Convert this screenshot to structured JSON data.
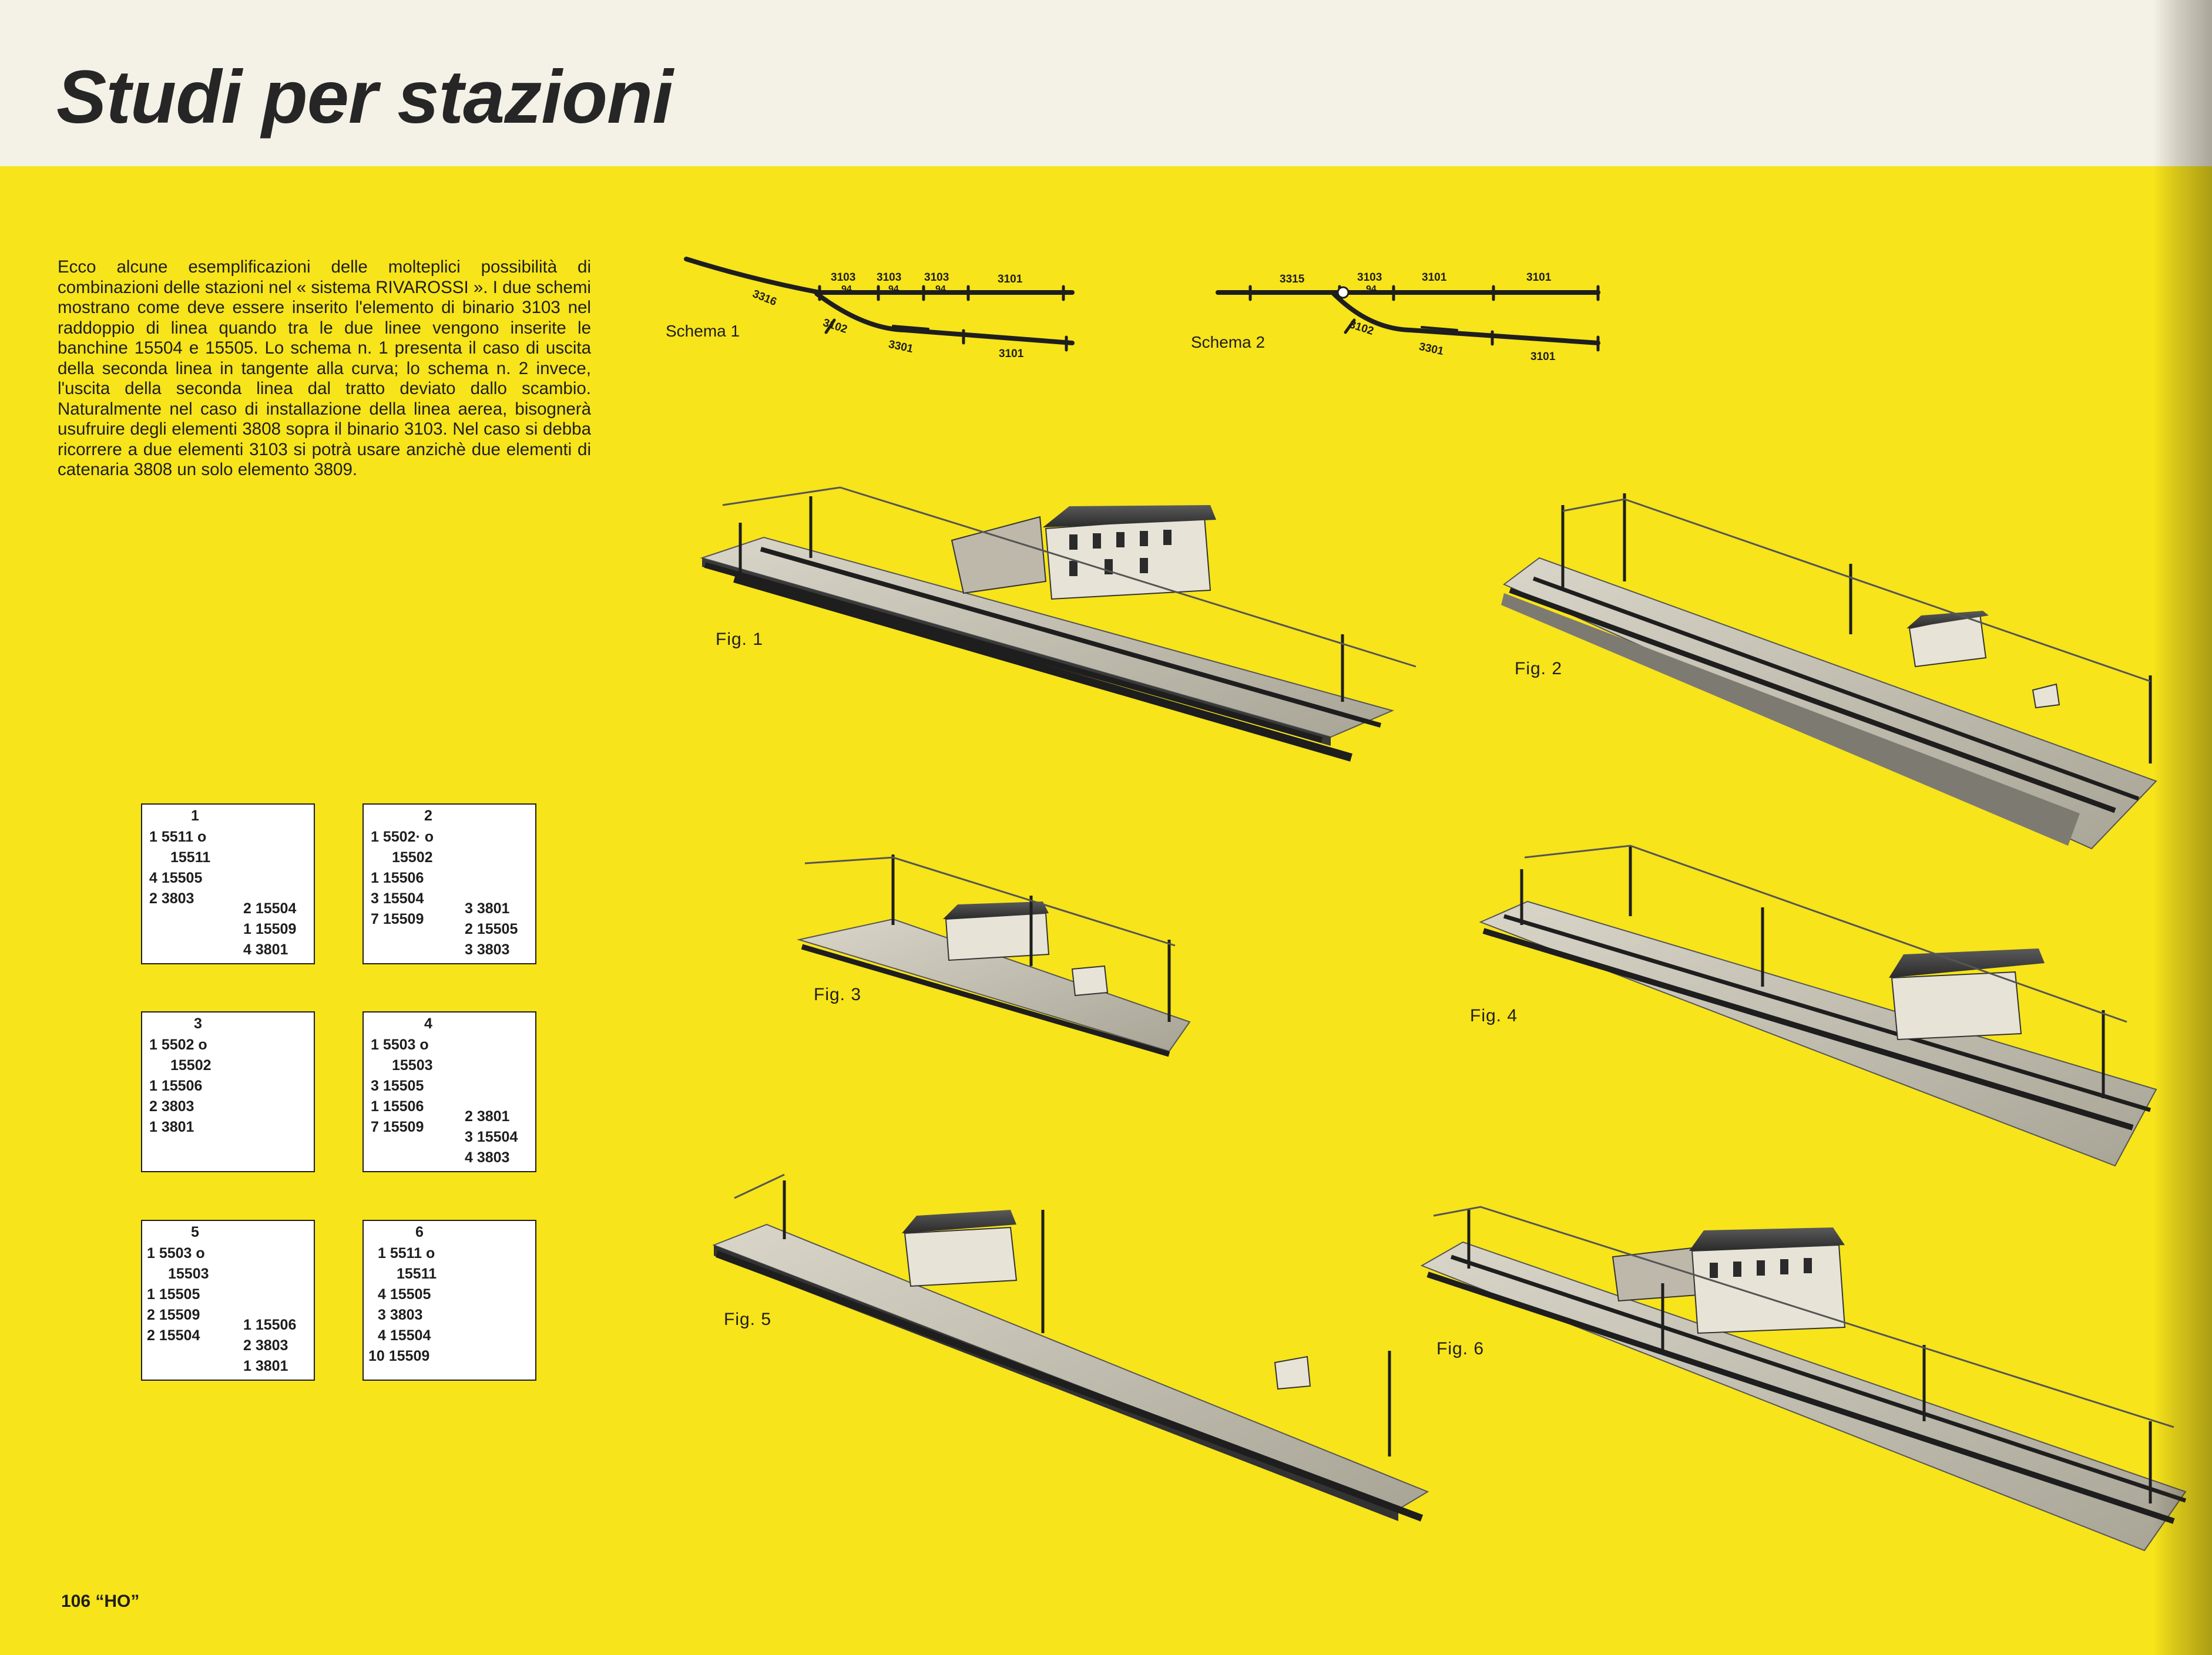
{
  "page": {
    "title": "Studi per stazioni",
    "folio": "106 “HO”"
  },
  "intro": "Ecco alcune esemplificazioni delle molteplici possibilità di combinazioni delle stazioni nel « sistema RIVAROSSI ». I due schemi mostrano come deve essere inserito l'elemento di binario 3103 nel raddoppio di linea quando tra le due linee vengono inserite le banchine 15504 e 15505. Lo schema n. 1 presenta il caso di uscita della seconda linea in tangente alla curva; lo schema n. 2 invece, l'uscita della seconda linea dal tratto deviato dallo scambio. Naturalmente nel caso di installazione della linea aerea, bisognerà usufruire degli elementi 3808 sopra il binario 3103. Nel caso si debba ricorrere a due elementi 3103 si potrà usare anzichè due elementi di catenaria 3808 un solo elemento 3809.",
  "schemas": [
    {
      "label": "Schema 1",
      "codes": [
        "3316",
        "3103",
        "3103",
        "3103",
        "94",
        "94",
        "94",
        "3101",
        "3102",
        "3301",
        "3101"
      ]
    },
    {
      "label": "Schema 2",
      "codes": [
        "3315",
        "3103",
        "94",
        "3101",
        "3101",
        "3102",
        "3301",
        "3101"
      ]
    }
  ],
  "figures": [
    "Fig. 1",
    "Fig. 2",
    "Fig. 3",
    "Fig. 4",
    "Fig. 5",
    "Fig. 6"
  ],
  "tables": [
    {
      "num": "1",
      "left": [
        "1  5511  o",
        "15511",
        "4  15505",
        "2  3803"
      ],
      "right": [
        "2  15504",
        "1  15509",
        "4  3801"
      ]
    },
    {
      "num": "2",
      "left": [
        "1  5502· o",
        "15502",
        "1  15506",
        "3  15504",
        "7  15509"
      ],
      "right": [
        "3  3801",
        "2  15505",
        "3  3803"
      ]
    },
    {
      "num": "3",
      "left": [
        "1  5502  o",
        "15502",
        "1  15506",
        "2  3803",
        "1  3801"
      ],
      "right": []
    },
    {
      "num": "4",
      "left": [
        "1  5503  o",
        "15503",
        "3  15505",
        "1  15506",
        "7  15509"
      ],
      "right": [
        "2  3801",
        "3  15504",
        "4  3803"
      ]
    },
    {
      "num": "5",
      "left": [
        "1  5503  o",
        "15503",
        "1  15505",
        "2  15509",
        "2  15504"
      ],
      "right": [
        "1  15506",
        "2  3803",
        "1  3801"
      ]
    },
    {
      "num": "6",
      "left": [
        "1  5511  o",
        "15511",
        "4  15505",
        "3  3803",
        "4  15504",
        "10  15509"
      ],
      "right": []
    }
  ],
  "colors": {
    "yellow": "#f7e41a",
    "paper": "#f4f1e6",
    "ink": "#1e1e1e"
  }
}
